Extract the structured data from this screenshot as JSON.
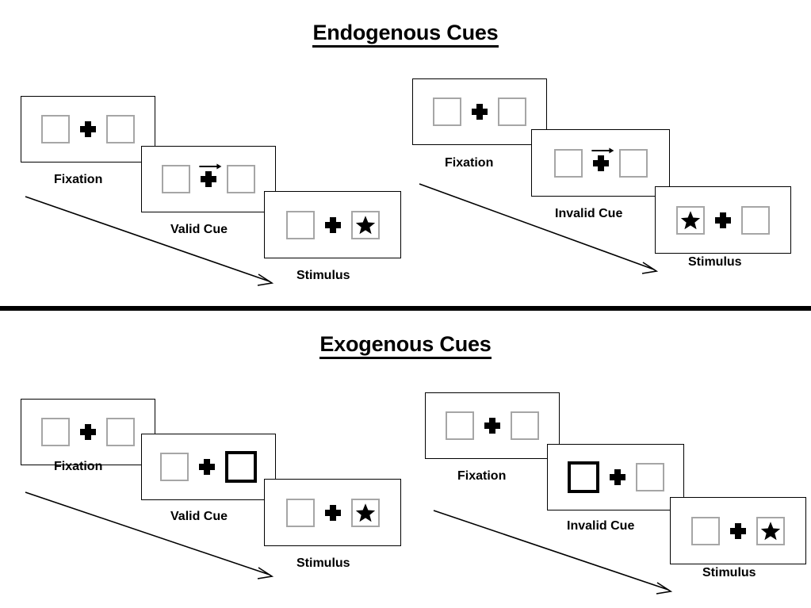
{
  "sections": [
    {
      "id": "endogenous",
      "title": "Endogenous Cues",
      "sequences": [
        {
          "id": "endogenous-valid",
          "steps": [
            {
              "caption": "Fixation",
              "cue": "none",
              "left": "empty",
              "right": "empty"
            },
            {
              "caption": "Valid Cue",
              "cue": "arrow-right",
              "left": "empty",
              "right": "empty"
            },
            {
              "caption": "Stimulus",
              "cue": "none",
              "left": "empty",
              "right": "star"
            }
          ]
        },
        {
          "id": "endogenous-invalid",
          "steps": [
            {
              "caption": "Fixation",
              "cue": "none",
              "left": "empty",
              "right": "empty"
            },
            {
              "caption": "Invalid Cue",
              "cue": "arrow-right",
              "left": "empty",
              "right": "empty"
            },
            {
              "caption": "Stimulus",
              "cue": "none",
              "left": "star",
              "right": "empty"
            }
          ]
        }
      ]
    },
    {
      "id": "exogenous",
      "title": "Exogenous Cues",
      "sequences": [
        {
          "id": "exogenous-valid",
          "steps": [
            {
              "caption": "Fixation",
              "cue": "none",
              "left": "empty",
              "right": "empty"
            },
            {
              "caption": "Valid Cue",
              "cue": "none",
              "left": "empty",
              "right": "cued"
            },
            {
              "caption": "Stimulus",
              "cue": "none",
              "left": "empty",
              "right": "star"
            }
          ]
        },
        {
          "id": "exogenous-invalid",
          "steps": [
            {
              "caption": "Fixation",
              "cue": "none",
              "left": "empty",
              "right": "empty"
            },
            {
              "caption": "Invalid Cue",
              "cue": "none",
              "left": "cued",
              "right": "empty"
            },
            {
              "caption": "Stimulus",
              "cue": "none",
              "left": "empty",
              "right": "star"
            }
          ]
        }
      ]
    }
  ],
  "labels": {
    "endogenous_title": "Endogenous Cues",
    "exogenous_title": "Exogenous Cues",
    "fixation": "Fixation",
    "valid_cue": "Valid Cue",
    "invalid_cue": "Invalid Cue",
    "stimulus": "Stimulus"
  },
  "colors": {
    "panel_border": "#000000",
    "box_border": "#a6a6a6",
    "cued_box_border": "#000000",
    "ink": "#000000",
    "background": "#ffffff"
  }
}
